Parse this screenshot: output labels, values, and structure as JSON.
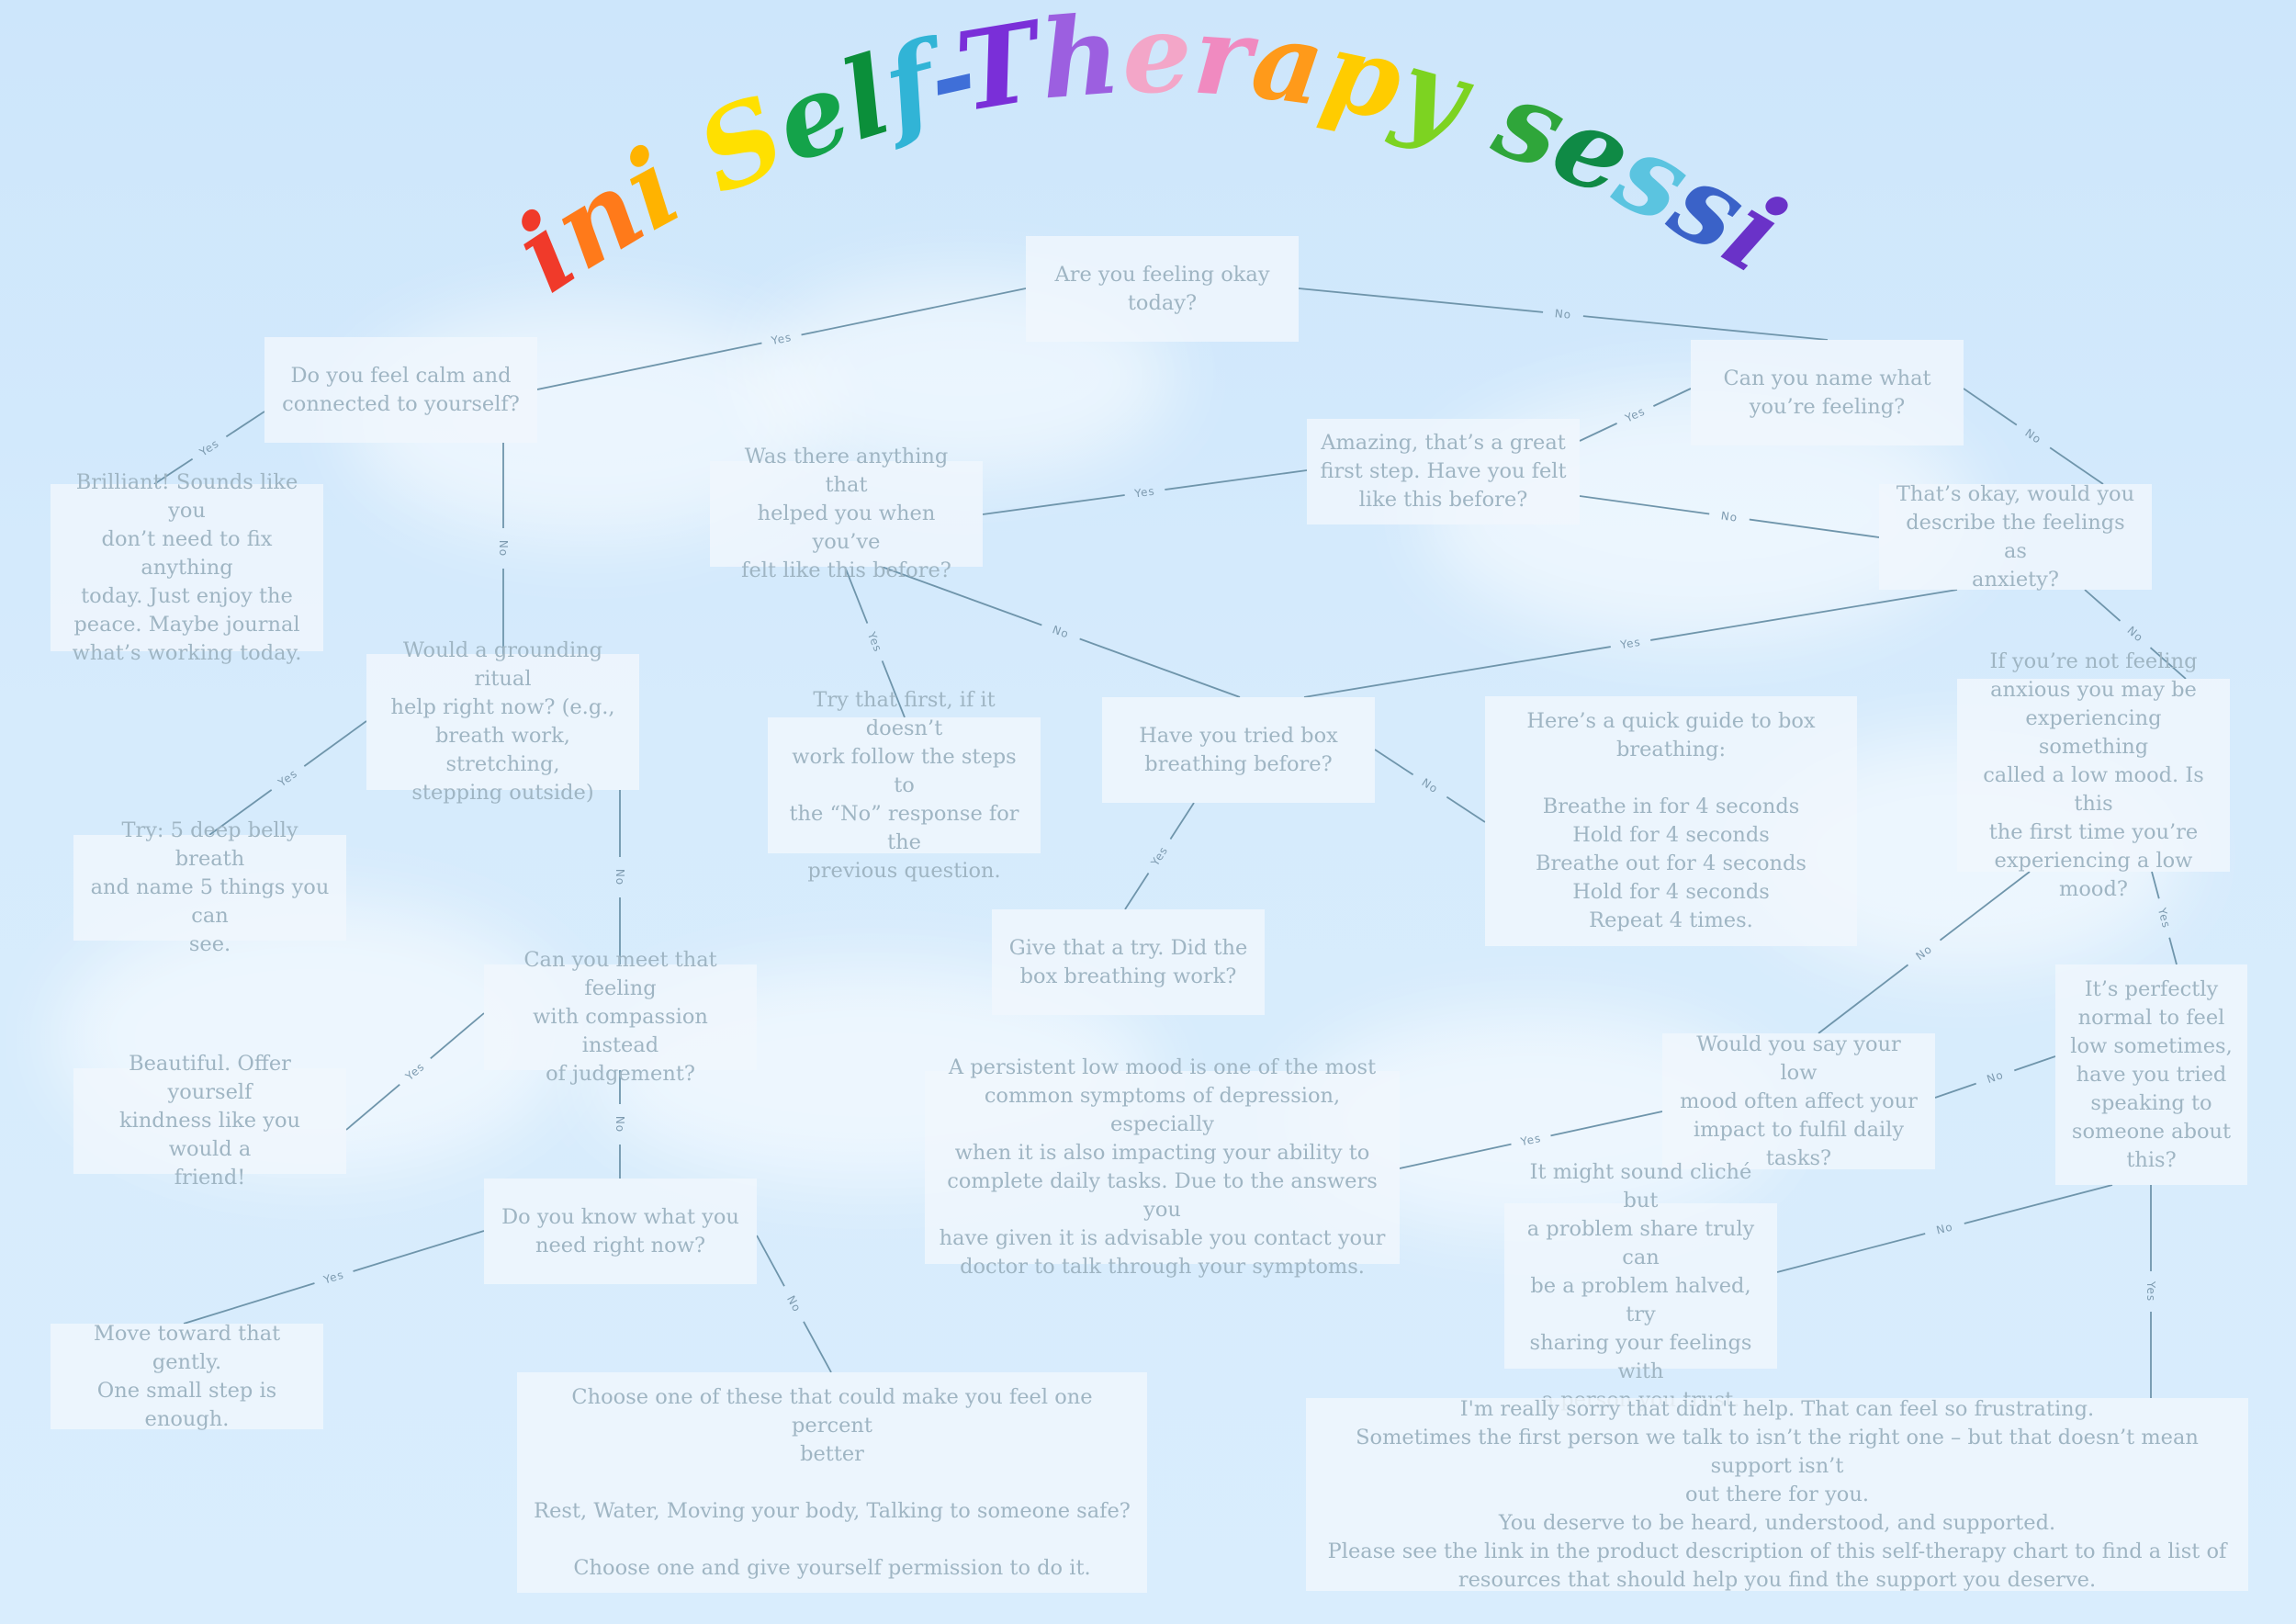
{
  "title": {
    "text": "mini Self-Therapy session",
    "letter_colors": [
      "#e01e2a",
      "#f03a2a",
      "#ff7a1a",
      "#ffb300",
      "#ffe000",
      "#14a34a",
      "#0b8f3a",
      "#31b4d6",
      "#3f6fd8",
      "#7a2fd8",
      "#9c5fe0",
      "#f3a6c8",
      "#f08ac0",
      "#ff9a1a",
      "#ffcc00",
      "#7dd321",
      "#2fa63a",
      "#0f8a45",
      "#5bc4e0",
      "#3a62c8",
      "#6a32c8",
      "#a56de0",
      "#f0b0d8",
      "#e02a7a",
      "#e0162e"
    ]
  },
  "colors": {
    "background": "#d3e9fc",
    "box": "#f0f7fd",
    "text": "#9fb5c3",
    "line": "#6f95ab"
  },
  "nodes": {
    "q_okay": "Are you feeling okay\ntoday?",
    "q_calm": "Do you feel calm and\nconnected to yourself?",
    "brilliant": "Brilliant! Sounds like you\ndon’t need to fix anything\ntoday. Just enjoy the\npeace. Maybe journal\nwhat’s working today.",
    "q_grounding": "Would a grounding ritual\nhelp right now? (e.g.,\nbreath work, stretching,\nstepping outside)",
    "try_belly": "Try: 5 deep belly breath\nand name 5 things you can\nsee.",
    "q_compassion": "Can you meet that feeling\nwith compassion instead\nof judgement?",
    "beautiful": "Beautiful. Offer yourself\nkindness like you would a\nfriend!",
    "q_know_need": "Do you know what you\nneed right now?",
    "move_toward": "Move toward that gently.\nOne small step is enough.",
    "choose_one": "Choose one of these that could make you feel one percent\nbetter\n\nRest, Water, Moving your body, Talking to someone safe?\n\nChoose one and give yourself permission to do it.",
    "q_name": "Can you name what\nyou’re feeling?",
    "amazing": "Amazing, that’s a great\nfirst step. Have you felt\nlike this before?",
    "q_helped": "Was there anything that\nhelped you when you’ve\nfelt like this before?",
    "try_first": "Try that first, if it doesn’t\nwork follow the steps to\nthe “No” response for the\nprevious question.",
    "q_box": "Have you tried box\nbreathing before?",
    "give_try": "Give that a try. Did the\nbox breathing work?",
    "box_guide": "Here’s a quick guide to box\nbreathing:\n\nBreathe in for 4 seconds\nHold for 4 seconds\nBreathe out for 4 seconds\nHold for 4 seconds\nRepeat 4 times.",
    "q_anxiety": "That’s okay, would you\ndescribe the feelings as\nanxiety?",
    "low_mood_q": "If you’re not feeling\nanxious you may be\nexperiencing something\ncalled a low mood. Is this\nthe first time you’re\nexperiencing a low mood?",
    "normal_low": "It’s perfectly\nnormal to feel\nlow sometimes,\nhave you tried\nspeaking to\nsomeone about\nthis?",
    "q_affect": "Would you say your low\nmood often affect your\nimpact to fulfil daily\ntasks?",
    "persistent": "A persistent low mood is one of the most\ncommon symptoms of depression, especially\nwhen it is also impacting your ability to\ncomplete daily tasks. Due to the answers you\nhave given it is advisable you contact your\ndoctor to talk through your symptoms.",
    "cliche": "It might sound cliché but\na problem share truly can\nbe a problem halved, try\nsharing your feelings with\na person you trust.",
    "sorry": "I'm really sorry that didn't help. That can feel so frustrating.\nSometimes the first person we talk to isn’t the right one – but that doesn’t mean support isn’t\nout there for you.\nYou deserve to be heard, understood, and supported.\nPlease see the link in the product description of this self-therapy chart to find a list of\nresources that should help you find the support you deserve."
  },
  "edges": [
    {
      "from": "q_okay",
      "to": "q_calm",
      "label": "Yes"
    },
    {
      "from": "q_okay",
      "to": "q_name",
      "label": "No"
    },
    {
      "from": "q_calm",
      "to": "brilliant",
      "label": "Yes"
    },
    {
      "from": "q_calm",
      "to": "q_grounding",
      "label": "No"
    },
    {
      "from": "q_grounding",
      "to": "try_belly",
      "label": "Yes"
    },
    {
      "from": "q_grounding",
      "to": "q_compassion",
      "label": "No"
    },
    {
      "from": "q_compassion",
      "to": "beautiful",
      "label": "Yes"
    },
    {
      "from": "q_compassion",
      "to": "q_know_need",
      "label": "No"
    },
    {
      "from": "q_know_need",
      "to": "move_toward",
      "label": "Yes"
    },
    {
      "from": "q_know_need",
      "to": "choose_one",
      "label": "No"
    },
    {
      "from": "q_name",
      "to": "amazing",
      "label": "Yes"
    },
    {
      "from": "q_name",
      "to": "q_anxiety",
      "label": "No"
    },
    {
      "from": "amazing",
      "to": "q_helped",
      "label": "Yes"
    },
    {
      "from": "amazing",
      "to": "q_anxiety",
      "label": "No"
    },
    {
      "from": "q_helped",
      "to": "try_first",
      "label": "Yes"
    },
    {
      "from": "q_helped",
      "to": "q_box",
      "label": "No"
    },
    {
      "from": "q_anxiety",
      "to": "q_box",
      "label": "Yes"
    },
    {
      "from": "q_anxiety",
      "to": "low_mood_q",
      "label": "No"
    },
    {
      "from": "q_box",
      "to": "give_try",
      "label": "Yes"
    },
    {
      "from": "q_box",
      "to": "box_guide",
      "label": "No"
    },
    {
      "from": "low_mood_q",
      "to": "normal_low",
      "label": "Yes"
    },
    {
      "from": "low_mood_q",
      "to": "q_affect",
      "label": "No"
    },
    {
      "from": "normal_low",
      "to": "q_affect",
      "label": "No"
    },
    {
      "from": "normal_low",
      "to": "sorry",
      "label": "Yes"
    },
    {
      "from": "q_affect",
      "to": "persistent",
      "label": "Yes"
    },
    {
      "from": "normal_low",
      "to": "cliche",
      "label": "No"
    }
  ]
}
